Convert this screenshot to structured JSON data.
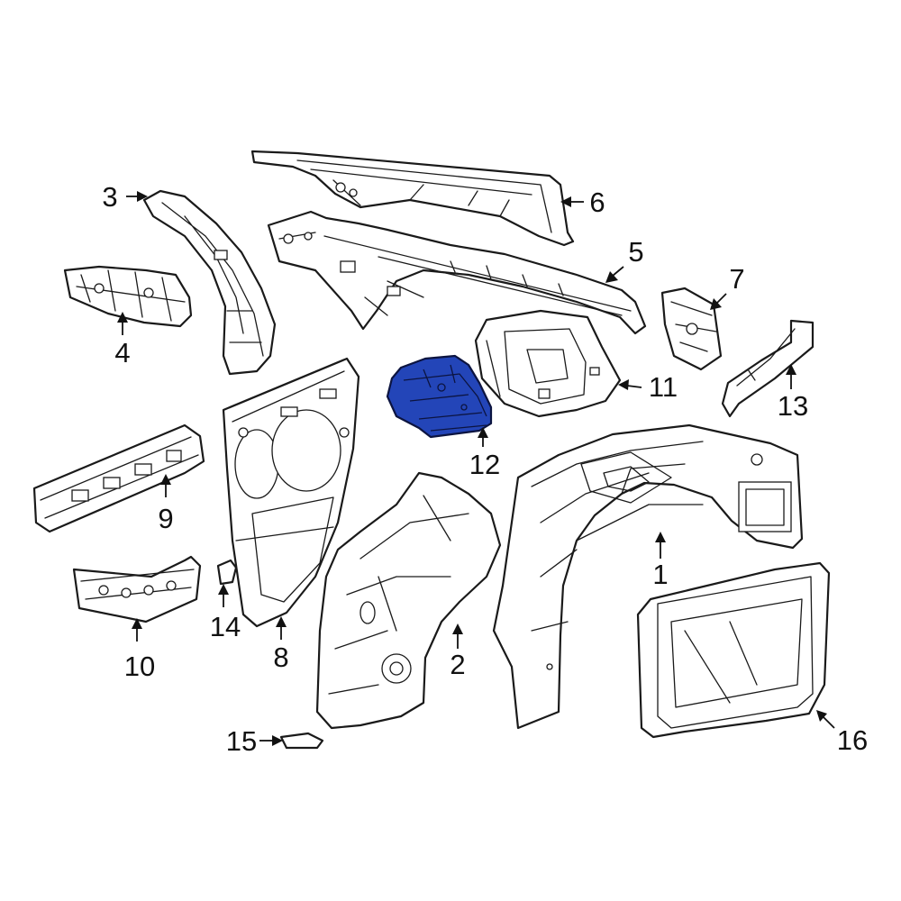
{
  "colors": {
    "line": "#1a1a1a",
    "part_fill": "#ffffff",
    "highlight_fill": "#2345b8",
    "highlight_stroke": "#0c1440"
  },
  "highlighted_part": "12",
  "callouts": [
    {
      "id": "c1",
      "label": "1"
    },
    {
      "id": "c2",
      "label": "2"
    },
    {
      "id": "c3",
      "label": "3"
    },
    {
      "id": "c4",
      "label": "4"
    },
    {
      "id": "c5",
      "label": "5"
    },
    {
      "id": "c6",
      "label": "6"
    },
    {
      "id": "c7",
      "label": "7"
    },
    {
      "id": "c8",
      "label": "8"
    },
    {
      "id": "c9",
      "label": "9"
    },
    {
      "id": "c10",
      "label": "10"
    },
    {
      "id": "c11",
      "label": "11"
    },
    {
      "id": "c12",
      "label": "12"
    },
    {
      "id": "c13",
      "label": "13"
    },
    {
      "id": "c14",
      "label": "14"
    },
    {
      "id": "c15",
      "label": "15"
    },
    {
      "id": "c16",
      "label": "16"
    }
  ]
}
